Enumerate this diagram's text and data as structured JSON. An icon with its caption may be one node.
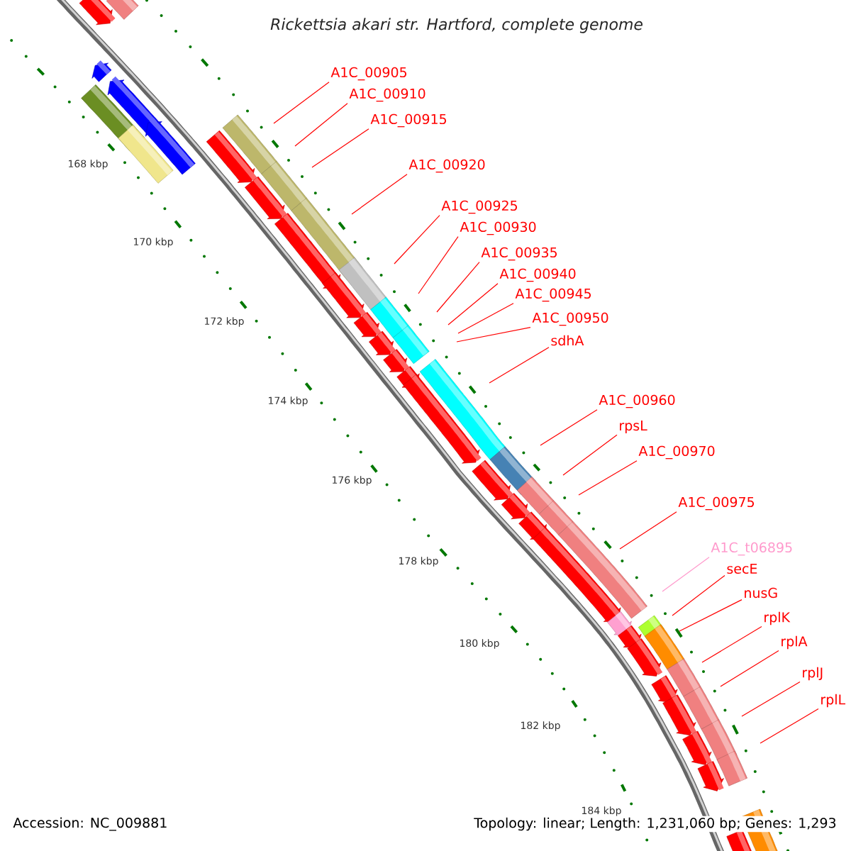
{
  "diagram": {
    "title": "Rickettsia akari str. Hartford, complete genome",
    "nodes": [
      {
        "text": [
          "A1C_00905"
        ]
      },
      {
        "text": [
          "A1C_00910"
        ]
      },
      {
        "text": [
          "A1C_00915"
        ]
      },
      {
        "text": [
          "A1C_00920"
        ]
      },
      {
        "text": [
          "A1C_00925"
        ]
      },
      {
        "text": [
          "A1C_00930"
        ]
      },
      {
        "text": [
          "A1C_00935"
        ]
      },
      {
        "text": [
          "A1C_00940"
        ]
      },
      {
        "text": [
          "A1C_00945"
        ]
      },
      {
        "text": [
          "A1C_00950"
        ]
      },
      {
        "text": [
          "sdhA"
        ]
      },
      {
        "text": [
          "A1C_00960"
        ]
      },
      {
        "text": [
          "rpsL"
        ]
      },
      {
        "text": [
          "A1C_00970"
        ]
      },
      {
        "text": [
          "A1C_00975"
        ]
      },
      {
        "text": [
          "A1C_t06895"
        ]
      },
      {
        "text": [
          "secE"
        ]
      },
      {
        "text": [
          "nusG"
        ]
      },
      {
        "text": [
          "rplK"
        ]
      },
      {
        "text": [
          "rplA"
        ]
      },
      {
        "text": [
          "rplJ"
        ]
      },
      {
        "text": [
          "rplL"
        ]
      }
    ],
    "edges": [
      {
        "from": 0,
        "to": null,
        "arrow": "none"
      },
      {
        "from": 1,
        "to": null,
        "arrow": "none"
      },
      {
        "from": 2,
        "to": null,
        "arrow": "none"
      },
      {
        "from": 3,
        "to": null,
        "arrow": "none"
      },
      {
        "from": 4,
        "to": null,
        "arrow": "none"
      },
      {
        "from": 5,
        "to": null,
        "arrow": "none"
      },
      {
        "from": 6,
        "to": null,
        "arrow": "none"
      },
      {
        "from": 7,
        "to": null,
        "arrow": "none"
      },
      {
        "from": 8,
        "to": null,
        "arrow": "none"
      },
      {
        "from": 9,
        "to": null,
        "arrow": "none"
      },
      {
        "from": 10,
        "to": null,
        "arrow": "none"
      },
      {
        "from": 11,
        "to": null,
        "arrow": "none"
      },
      {
        "from": 12,
        "to": null,
        "arrow": "none"
      },
      {
        "from": 13,
        "to": null,
        "arrow": "none"
      },
      {
        "from": 14,
        "to": null,
        "arrow": "none"
      },
      {
        "from": 15,
        "to": null,
        "arrow": "none",
        "color": "#ff99cc"
      },
      {
        "from": 16,
        "to": null,
        "arrow": "none"
      },
      {
        "from": 17,
        "to": null,
        "arrow": "none"
      },
      {
        "from": 18,
        "to": null,
        "arrow": "none"
      },
      {
        "from": 19,
        "to": null,
        "arrow": "none"
      },
      {
        "from": 20,
        "to": null,
        "arrow": "none"
      },
      {
        "from": 21,
        "to": null,
        "arrow": "none"
      }
    ],
    "labels": [
      "168 kbp",
      "170 kbp",
      "172 kbp",
      "174 kbp",
      "176 kbp",
      "178 kbp",
      "180 kbp",
      "182 kbp",
      "184 kbp",
      "Accession: NC_009881",
      "Topology: linear; Length: 1,231,060 bp; Genes: 1,293"
    ]
  }
}
